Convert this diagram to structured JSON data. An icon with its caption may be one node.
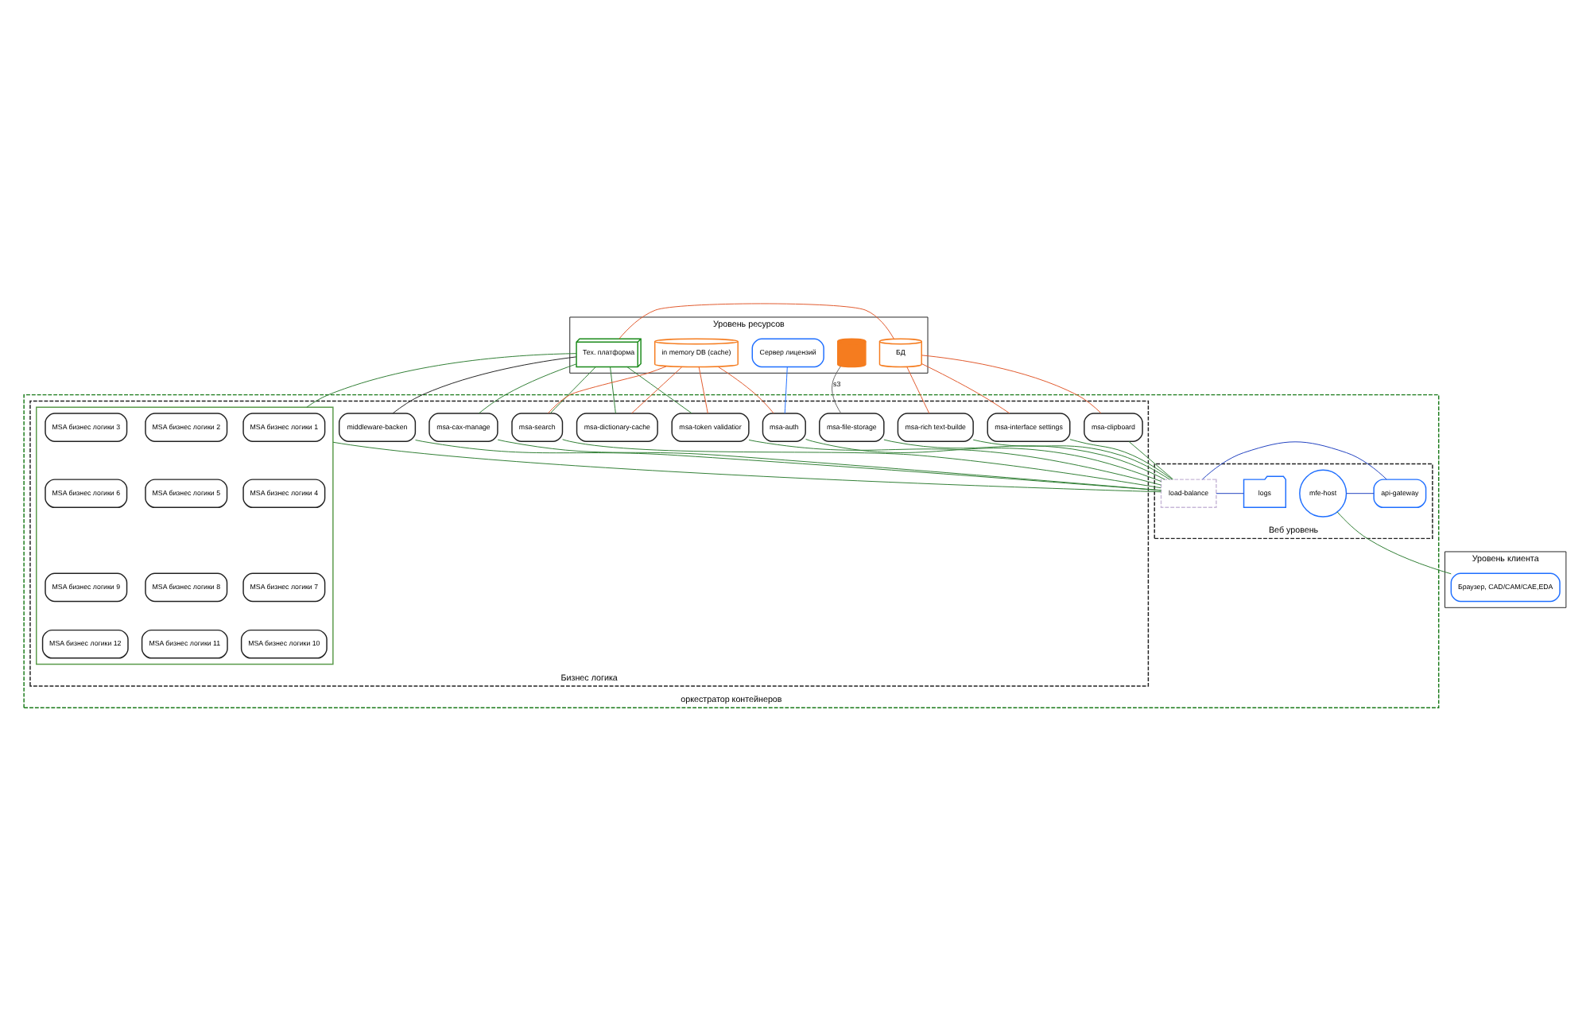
{
  "diagram": {
    "nodes": [
      {
        "text": [
          "Уровень ресурсов"
        ]
      },
      {
        "text": [],
        "shape": "cylinder",
        "in": 0
      },
      {
        "text": [
          "Тех. платформа"
        ],
        "in": 0
      },
      {
        "text": [
          "in memory DB (cache)"
        ],
        "in": 0
      },
      {
        "text": [
          "Сервер лицензий"
        ],
        "in": 0
      },
      {
        "text": [
          "БД"
        ],
        "in": 0
      },
      {
        "text": [
          "оркестратор контейнеров"
        ]
      },
      {
        "text": [
          "Бизнес логика"
        ],
        "in": 6
      },
      {
        "text": [
          "middleware-backen"
        ],
        "in": 7
      },
      {
        "text": [
          "msa-token validatior"
        ],
        "in": 7
      },
      {
        "text": [
          "msa-search"
        ],
        "in": 7
      },
      {
        "text": [
          "msa-dictionary-cache"
        ],
        "in": 7
      },
      {
        "text": [
          "msa-auth"
        ],
        "in": 7
      },
      {
        "text": [
          "msa-cax-manage"
        ],
        "in": 7
      },
      {
        "text": [
          "msa-interface settings"
        ],
        "in": 7
      },
      {
        "text": [
          "msa-clipboard"
        ],
        "in": 7
      },
      {
        "text": [
          "msa-rich text-builde"
        ],
        "in": 7
      },
      {
        "text": [
          "msa-file-storage"
        ],
        "in": 7
      },
      {
        "text": [],
        "shape": "box",
        "in": 7
      },
      {
        "text": [
          "MSA бизнес логики 1"
        ],
        "in": 18
      },
      {
        "text": [
          "MSA бизнес логики 2"
        ],
        "in": 18
      },
      {
        "text": [
          "MSA бизнес логики 3"
        ],
        "in": 18
      },
      {
        "text": [
          "MSA бизнес логики 4"
        ],
        "in": 18
      },
      {
        "text": [
          "MSA бизнес логики 5"
        ],
        "in": 18
      },
      {
        "text": [
          "MSA бизнес логики 6"
        ],
        "in": 18
      },
      {
        "text": [
          "MSA бизнес логики 7"
        ],
        "in": 18
      },
      {
        "text": [
          "MSA бизнес логики 8"
        ],
        "in": 18
      },
      {
        "text": [
          "MSA бизнес логики 9"
        ],
        "in": 18
      },
      {
        "text": [
          "MSA бизнес логики 10"
        ],
        "in": 18
      },
      {
        "text": [
          "MSA бизнес логики 11"
        ],
        "in": 18
      },
      {
        "text": [
          "MSA бизнес логики 12"
        ],
        "in": 18
      },
      {
        "text": [
          "Веб уровень"
        ],
        "in": 6
      },
      {
        "text": [
          "mfe-host"
        ],
        "in": 31
      },
      {
        "text": [
          "api-gateway"
        ],
        "in": 31
      },
      {
        "text": [
          "load-balance"
        ],
        "in": 31
      },
      {
        "text": [
          "logs"
        ],
        "in": 31
      },
      {
        "text": [
          "Уровень клиента"
        ]
      },
      {
        "text": [
          "Браузер, CAD/CAM/CAE,EDA"
        ],
        "in": 36
      }
    ],
    "edges": [
      {
        "from": 2,
        "to": 5,
        "arrow": "none",
        "color": "#e0572a"
      },
      {
        "from": 2,
        "to": 8,
        "arrow": "none",
        "color": "#222222"
      },
      {
        "from": 2,
        "to": 13,
        "arrow": "none"
      },
      {
        "from": 2,
        "to": 9,
        "arrow": "none"
      },
      {
        "from": 2,
        "to": 10,
        "arrow": "none"
      },
      {
        "from": 2,
        "to": 11,
        "arrow": "none"
      },
      {
        "from": 2,
        "to": 18,
        "arrow": "none"
      },
      {
        "from": 3,
        "to": 9,
        "arrow": "none",
        "color": "#e0572a"
      },
      {
        "from": 3,
        "to": 10,
        "arrow": "none",
        "color": "#e0572a"
      },
      {
        "from": 3,
        "to": 11,
        "arrow": "none",
        "color": "#e0572a"
      },
      {
        "from": 3,
        "to": 12,
        "arrow": "none",
        "color": "#e0572a"
      },
      {
        "from": 4,
        "to": 12,
        "arrow": "none",
        "color": "#1f6fff"
      },
      {
        "from": 5,
        "to": 14,
        "arrow": "none",
        "color": "#e0572a"
      },
      {
        "from": 5,
        "to": 16,
        "arrow": "none",
        "color": "#e0572a"
      },
      {
        "from": 5,
        "to": 15,
        "arrow": "none",
        "color": "#e0572a"
      },
      {
        "from": 1,
        "to": 17,
        "arrow": "none",
        "label": "s3",
        "color": "#666666"
      },
      {
        "from": 17,
        "to": 34,
        "arrow": "none"
      },
      {
        "from": 13,
        "to": 34,
        "arrow": "none"
      },
      {
        "from": 8,
        "to": 34,
        "arrow": "none"
      },
      {
        "from": 9,
        "to": 34,
        "arrow": "none"
      },
      {
        "from": 10,
        "to": 34,
        "arrow": "none"
      },
      {
        "from": 12,
        "to": 34,
        "arrow": "none"
      },
      {
        "from": 14,
        "to": 34,
        "arrow": "none"
      },
      {
        "from": 16,
        "to": 34,
        "arrow": "none"
      },
      {
        "from": 15,
        "to": 34,
        "arrow": "none"
      },
      {
        "from": 18,
        "to": 34,
        "arrow": "none"
      },
      {
        "from": 32,
        "to": 33,
        "arrow": "none",
        "color": "#1f3fbf"
      },
      {
        "from": 33,
        "to": 34,
        "arrow": "none",
        "color": "#1f3fbf"
      },
      {
        "from": 34,
        "to": 35,
        "arrow": "none",
        "color": "#1f3fbf"
      },
      {
        "from": 32,
        "to": 37,
        "arrow": "none"
      }
    ]
  }
}
